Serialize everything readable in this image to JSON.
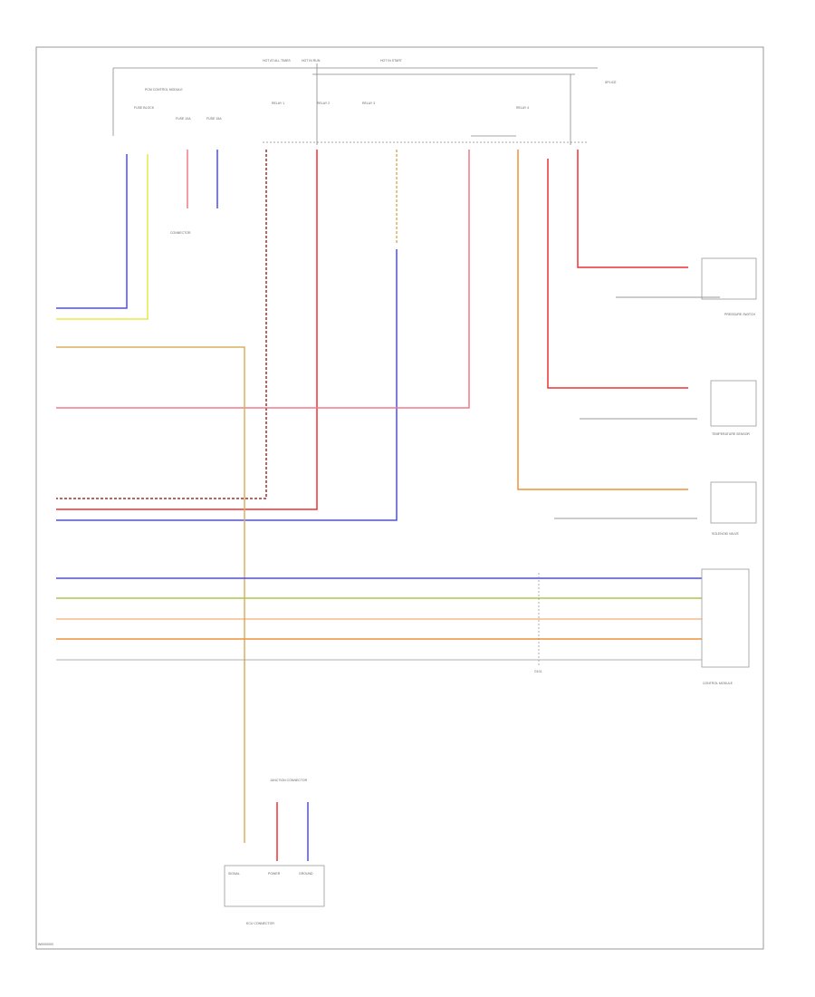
{
  "diagram": {
    "footer_code": "W0000000",
    "labels": {
      "module_header": "PCM CONTROL MODULE",
      "top_a": "HOT AT ALL TIMES",
      "top_b": "HOT IN RUN",
      "top_c": "HOT IN START",
      "fuse_a": "FUSE BLOCK",
      "fuse_b": "FUSE 10A",
      "fuse_c": "FUSE 15A",
      "splice": "SPLICE",
      "relay_1": "RELAY 1",
      "relay_2": "RELAY 2",
      "relay_3": "RELAY 3",
      "relay_4": "RELAY 4",
      "conn_left": "CONNECTOR",
      "right_sensor_1": "PRESSURE SWITCH",
      "right_sensor_2": "TEMPERATURE SENSOR",
      "right_sensor_3": "SOLENOID VALVE",
      "right_module": "CONTROL MODULE",
      "bottom_box_title": "JUNCTION CONNECTOR",
      "bottom_conn": "ECU CONNECTOR",
      "bottom_pin_1": "SIGNAL",
      "bottom_pin_2": "POWER",
      "bottom_pin_3": "GROUND",
      "ground_label": "G101"
    },
    "wire_colors": {
      "blue": "#4a4aff",
      "yellow": "#e8e84a",
      "pink": "#f07a8a",
      "red": "#f03030",
      "orange": "#f0903a",
      "tan": "#d8b060",
      "green": "#a8c84a",
      "darkred": "#a03030",
      "gray": "#888888"
    }
  }
}
